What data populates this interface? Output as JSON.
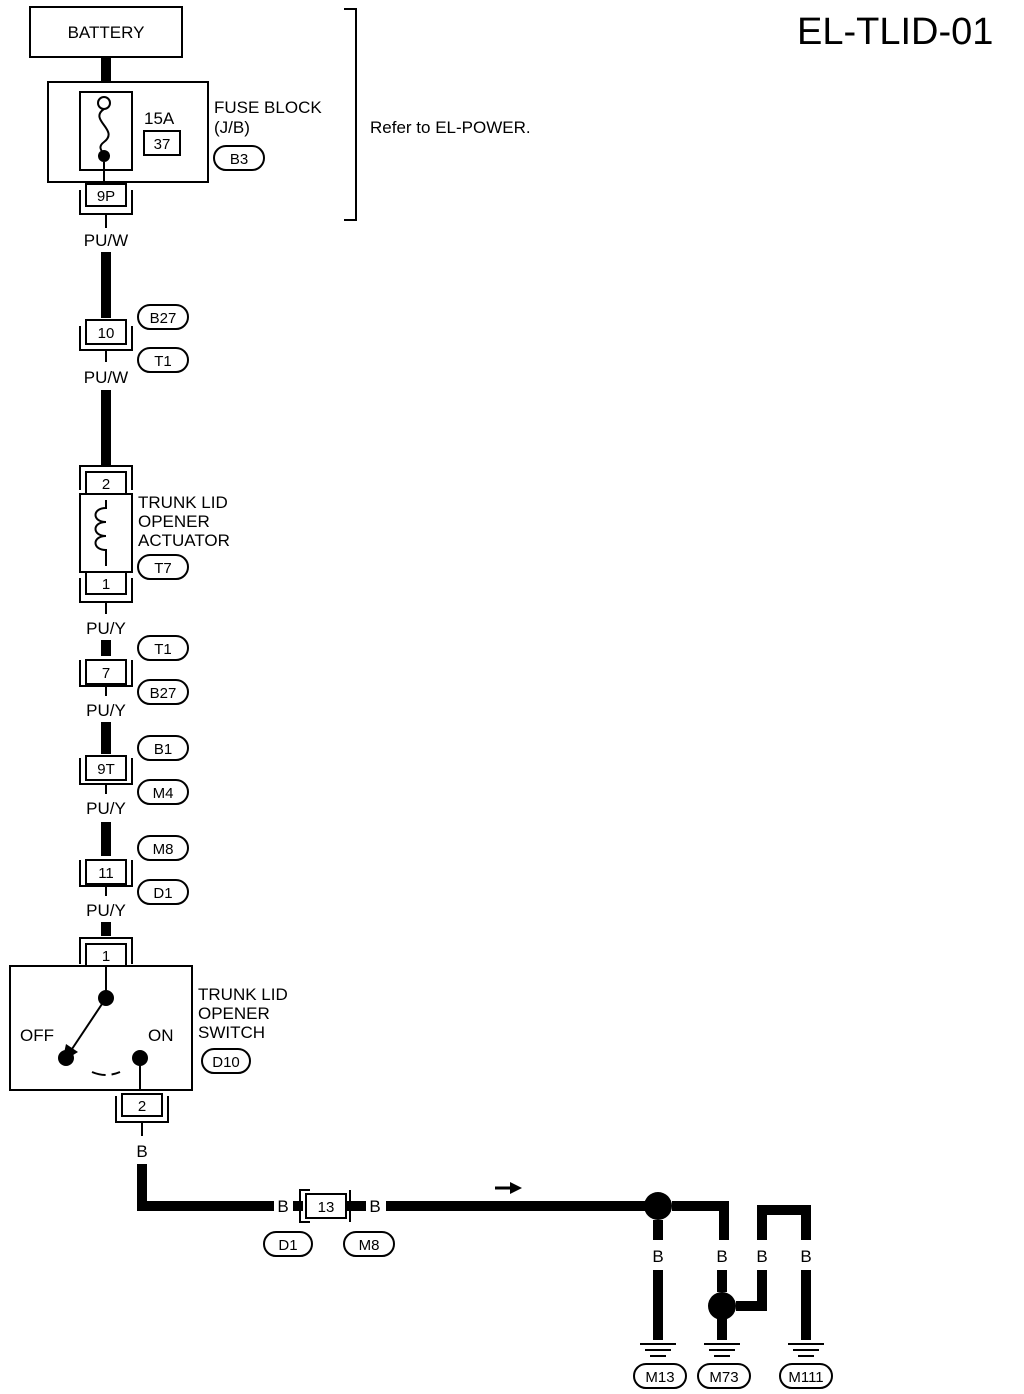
{
  "page_code": "EL-TLID-01",
  "battery": {
    "label": "BATTERY"
  },
  "fuse_block": {
    "name_line1": "FUSE BLOCK",
    "name_line2": "(J/B)",
    "rating": "15A",
    "fuse_no": "37",
    "connector": "B3",
    "pin": "9P"
  },
  "refer_note": "Refer to  EL-POWER.",
  "wires": {
    "w1": "PU/W",
    "w2": "PU/W",
    "w3": "PU/Y",
    "w4": "PU/Y",
    "w5": "PU/Y",
    "w6": "PU/Y",
    "w7": "B"
  },
  "joint1": {
    "pin": "10",
    "upper": "B27",
    "lower": "T1"
  },
  "actuator": {
    "line1": "TRUNK LID",
    "line2": "OPENER",
    "line3": "ACTUATOR",
    "connector": "T7",
    "pin_top": "2",
    "pin_bottom": "1"
  },
  "joint2": {
    "pin": "7",
    "upper": "T1",
    "lower": "B27"
  },
  "joint3": {
    "pin": "9T",
    "upper": "B1",
    "lower": "M4"
  },
  "joint4": {
    "pin": "11",
    "upper": "M8",
    "lower": "D1"
  },
  "switch": {
    "line1": "TRUNK LID",
    "line2": "OPENER",
    "line3": "SWITCH",
    "connector": "D10",
    "off": "OFF",
    "on": "ON",
    "pin_top": "1",
    "pin_bottom": "2"
  },
  "joint5": {
    "pin": "13",
    "left_wire": "B",
    "right_wire": "B",
    "left_code": "D1",
    "right_code": "M8"
  },
  "grounds": {
    "wire_a": "B",
    "wire_b": "B",
    "wire_c": "B",
    "wire_d": "B",
    "g1": "M13",
    "g2": "M73",
    "g3": "M111"
  }
}
